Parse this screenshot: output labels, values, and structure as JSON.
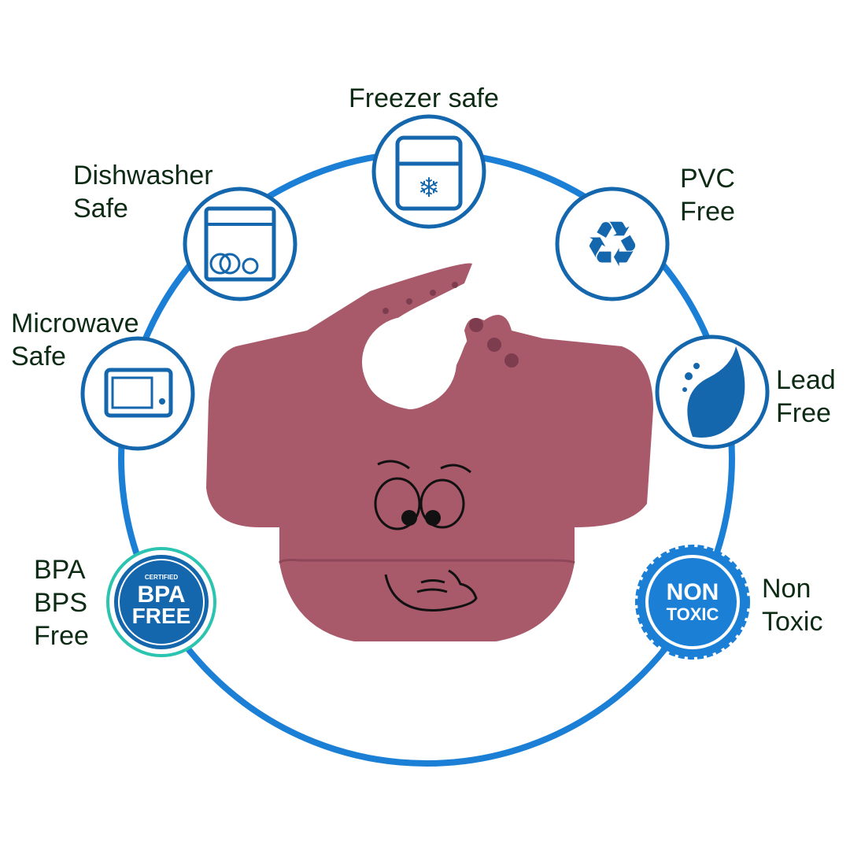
{
  "colors": {
    "ring": "#1b7fd6",
    "icon_blue": "#1466ad",
    "bib": "#a85a6b",
    "label_text": "#0d2b14"
  },
  "features": [
    {
      "id": "freezer",
      "icon": "fridge-snowflake-icon",
      "lines": [
        "Freezer safe"
      ]
    },
    {
      "id": "dishwasher",
      "icon": "dishwasher-icon",
      "lines": [
        "Dishwasher",
        "Safe"
      ]
    },
    {
      "id": "pvc",
      "icon": "recycle-icon",
      "lines": [
        "PVC",
        "Free"
      ]
    },
    {
      "id": "microwave",
      "icon": "microwave-icon",
      "lines": [
        "Microwave",
        "Safe"
      ]
    },
    {
      "id": "lead",
      "icon": "leaf-drop-icon",
      "lines": [
        "Lead",
        "Free"
      ]
    },
    {
      "id": "bpa",
      "icon": "bpa-free-seal-icon",
      "lines": [
        "BPA",
        "BPS",
        "Free"
      ]
    },
    {
      "id": "nontoxic",
      "icon": "non-toxic-seal-icon",
      "lines": [
        "Non",
        "Toxic"
      ]
    }
  ],
  "badges": {
    "bpa": {
      "top": "CERTIFIED",
      "line1": "BPA",
      "line2": "FREE"
    },
    "nontoxic": {
      "line1": "NON",
      "line2": "TOXIC"
    }
  }
}
